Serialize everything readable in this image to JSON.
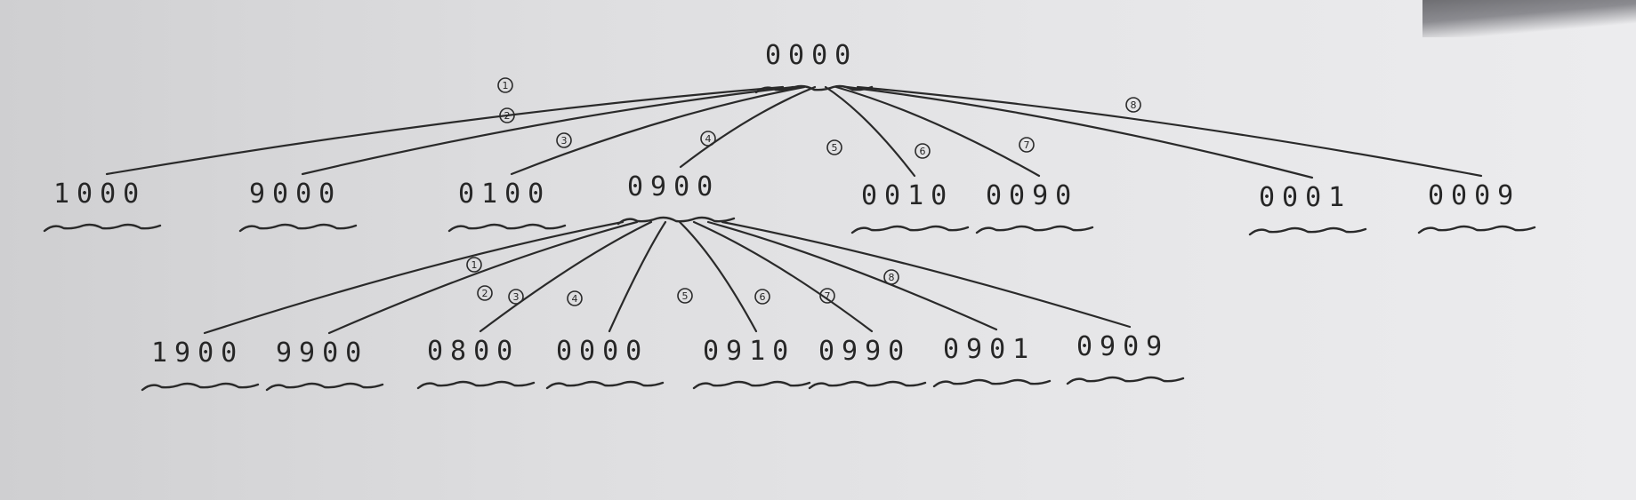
{
  "root": {
    "label": "0000"
  },
  "level1": [
    {
      "label": "1000",
      "move": "1"
    },
    {
      "label": "9000",
      "move": "2"
    },
    {
      "label": "0100",
      "move": "3"
    },
    {
      "label": "0900",
      "move": "4"
    },
    {
      "label": "0010",
      "move": "5"
    },
    {
      "label": "0090",
      "move": "6"
    },
    {
      "label": "0001",
      "move": "7"
    },
    {
      "label": "0009",
      "move": "8"
    }
  ],
  "level2": [
    {
      "label": "1900",
      "move": "1"
    },
    {
      "label": "9900",
      "move": "2"
    },
    {
      "label": "0800",
      "move": "3"
    },
    {
      "label": "0000",
      "move": "4"
    },
    {
      "label": "0910",
      "move": "5"
    },
    {
      "label": "0990",
      "move": "6"
    },
    {
      "label": "0901",
      "move": "7"
    },
    {
      "label": "0909",
      "move": "8"
    }
  ]
}
